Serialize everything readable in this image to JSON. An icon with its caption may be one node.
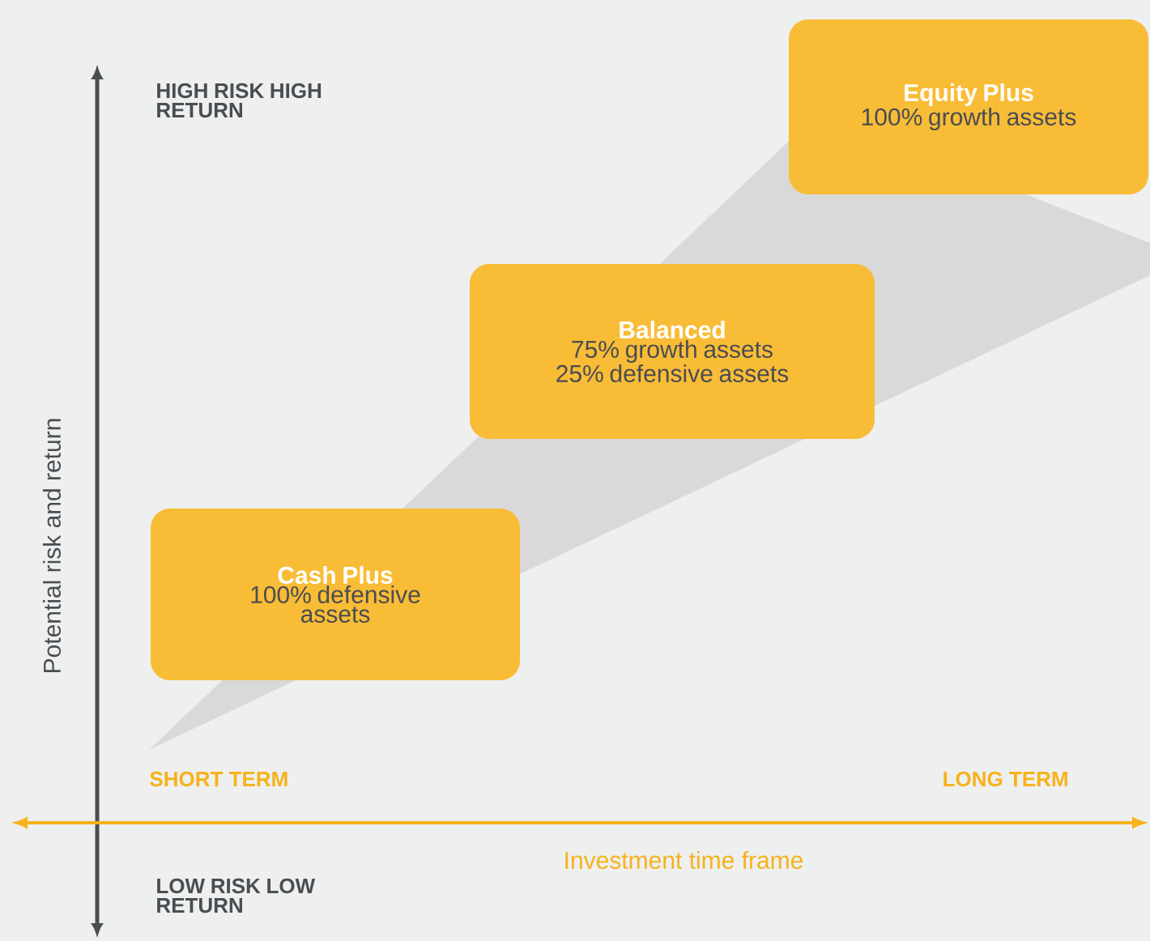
{
  "diagram": {
    "nodes": [
      {
        "text": [
          "Equity Plus",
          "100% growth assets"
        ]
      },
      {
        "text": [
          "Balanced",
          "75% growth assets 25% defensive assets"
        ]
      },
      {
        "text": [
          "Cash Plus",
          "100% defensive assets"
        ]
      }
    ],
    "labels": [
      "HIGH RISK HIGH RETURN",
      "Potential risk and return",
      "SHORT TERM",
      "LONG TERM",
      "Investment time frame",
      "LOW RISK LOW RETURN"
    ]
  }
}
